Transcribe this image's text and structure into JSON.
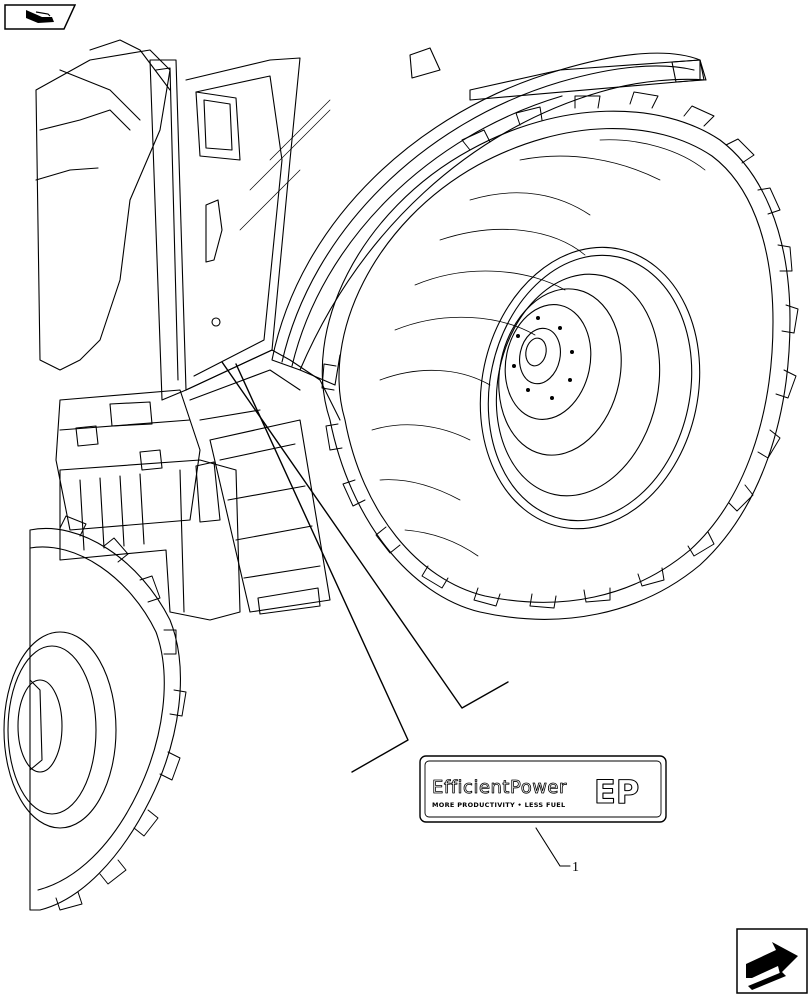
{
  "nav": {
    "prev_icon": "arrow-back-icon",
    "next_icon": "arrow-forward-icon"
  },
  "decal": {
    "brand_line": "EfficientPower",
    "brand_mark": "EP",
    "tagline": "MORE PRODUCTIVITY • LESS FUEL"
  },
  "callout": {
    "number": "1"
  }
}
